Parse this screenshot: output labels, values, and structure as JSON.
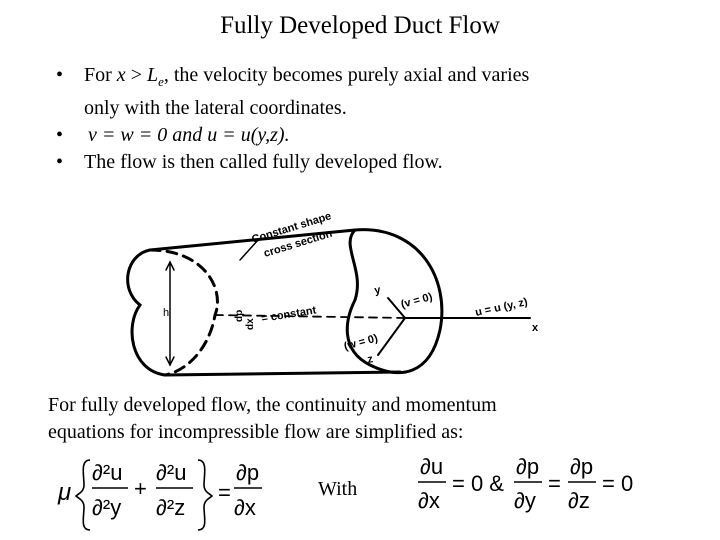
{
  "title": "Fully Developed Duct Flow",
  "bullets": {
    "b1_pre": "For ",
    "b1_math_x": "x",
    "b1_math_gt": " > ",
    "b1_math_L": "L",
    "b1_math_sub": "e",
    "b1_post": ", the velocity becomes purely axial and varies",
    "b1_line2": "only with the lateral coordinates.",
    "b2": "v = w = 0 and u = u(y,z).",
    "b3": "The flow is then called fully developed flow.",
    "dot": "•"
  },
  "figure": {
    "label_shape": "Constant shape cross section",
    "label_shape_l1": "Constant shape",
    "label_shape_l2": "cross section",
    "label_h": "h",
    "label_dpdx": "dp/dx",
    "label_dp": "dp",
    "label_dx": "dx",
    "label_constant": "= constant",
    "label_y": "y",
    "label_v0": "(v = 0)",
    "label_w0": "(w = 0)",
    "label_z": "z",
    "label_u": "u = u (y, z)",
    "label_x": "x"
  },
  "paragraph": {
    "line1": "For fully developed flow, the continuity and momentum",
    "line2": "equations for incompressible flow are simplified as:"
  },
  "equations": {
    "mu": "μ",
    "d2u": "∂²u",
    "d2y": "∂²y",
    "d2z": "∂²z",
    "plus": "+",
    "eq": "=",
    "dp": "∂p",
    "dx": "∂x",
    "with": "With",
    "du": "∂u",
    "zero_amp": "= 0 &",
    "dpy": "∂p",
    "dy": "∂y",
    "dpz": "∂p",
    "dz": "∂z",
    "eq0": "= 0",
    "eq_mid": "="
  }
}
